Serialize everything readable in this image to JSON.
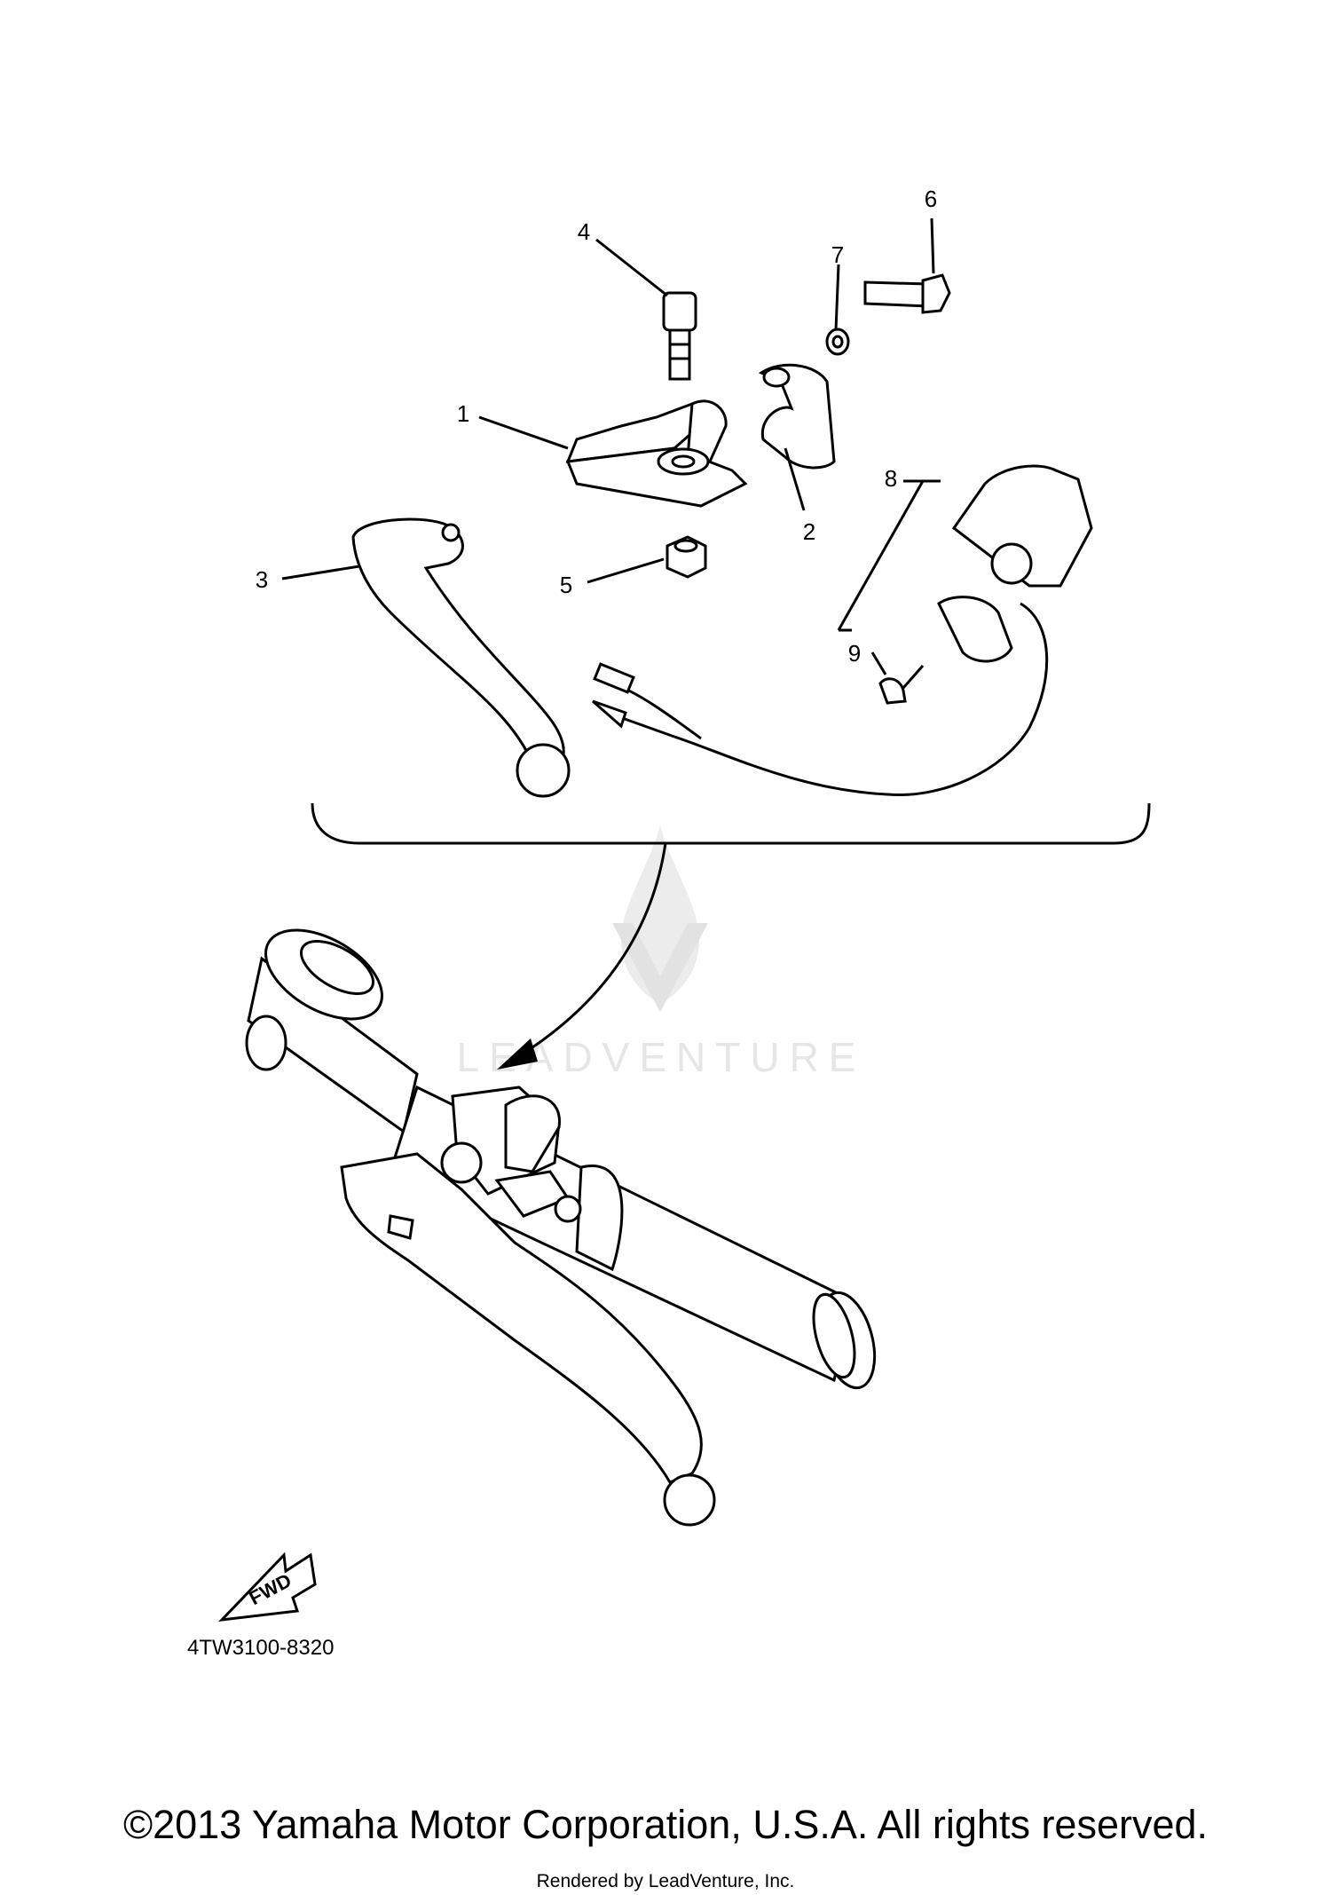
{
  "callouts": [
    "1",
    "2",
    "3",
    "4",
    "5",
    "6",
    "7",
    "8",
    "9"
  ],
  "diagram_code": "4TW3100-8320",
  "fwd_label": "FWD",
  "watermark": "LEADVENTURE",
  "copyright": "©2013 Yamaha Motor Corporation, U.S.A. All rights reserved.",
  "rendered_by": "Rendered by LeadVenture, Inc."
}
